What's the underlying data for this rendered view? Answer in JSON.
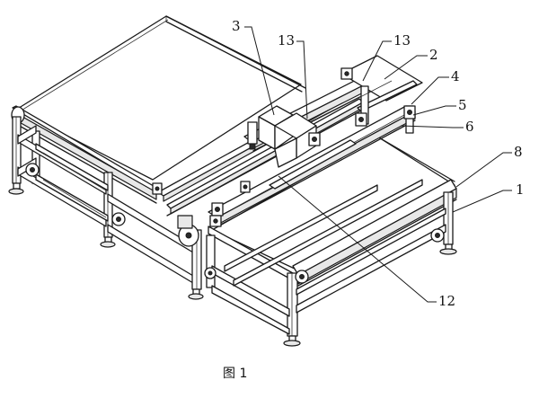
{
  "figure": {
    "caption": "图 1",
    "labels": {
      "l1": "1",
      "l2": "2",
      "l3": "3",
      "l4": "4",
      "l5": "5",
      "l6": "6",
      "l8": "8",
      "l12": "12",
      "l13a": "13",
      "l13b": "13"
    }
  }
}
